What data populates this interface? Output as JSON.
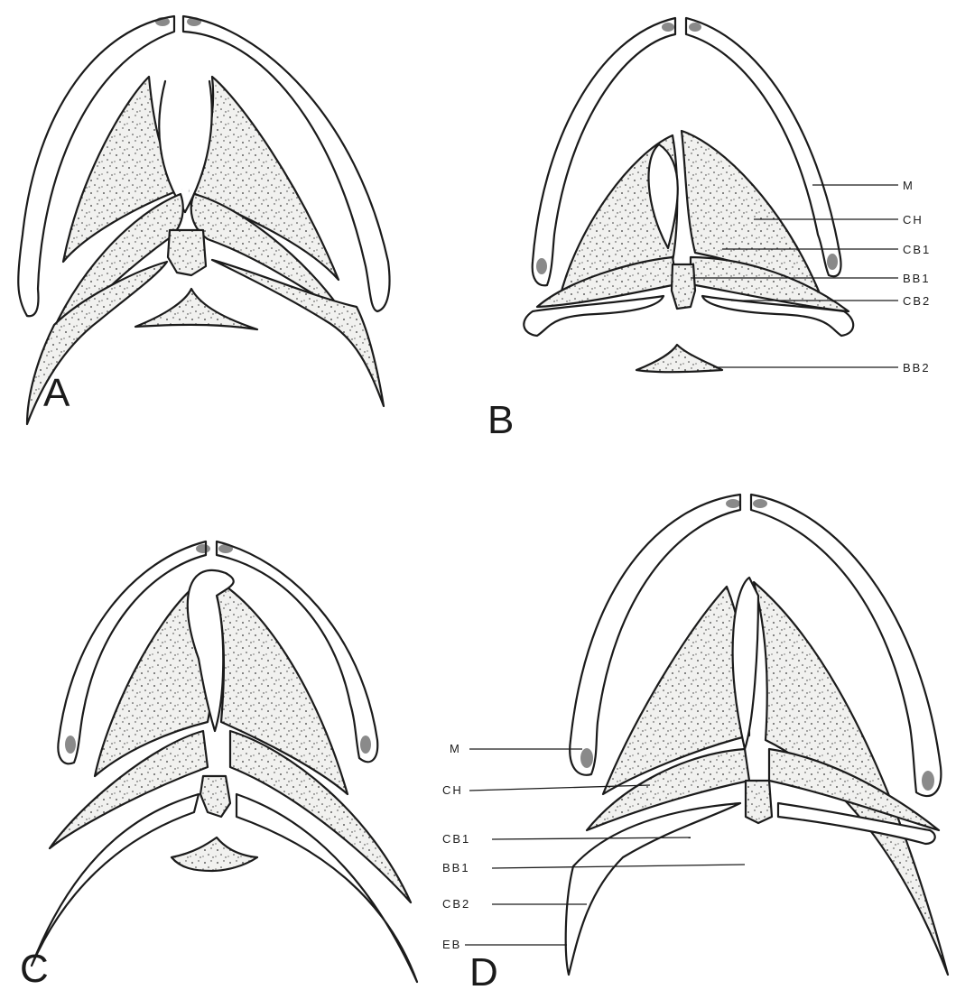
{
  "panels": {
    "A": {
      "letter": "A"
    },
    "B": {
      "letter": "B",
      "labels": {
        "M": "M",
        "CH": "CH",
        "CB1": "CB1",
        "BB1": "BB1",
        "CB2": "CB2",
        "BB2": "BB2"
      }
    },
    "C": {
      "letter": "C"
    },
    "D": {
      "letter": "D",
      "labels": {
        "M": "M",
        "CH": "CH",
        "CB1": "CB1",
        "BB1": "BB1",
        "CB2": "CB2",
        "EB": "EB"
      }
    }
  }
}
